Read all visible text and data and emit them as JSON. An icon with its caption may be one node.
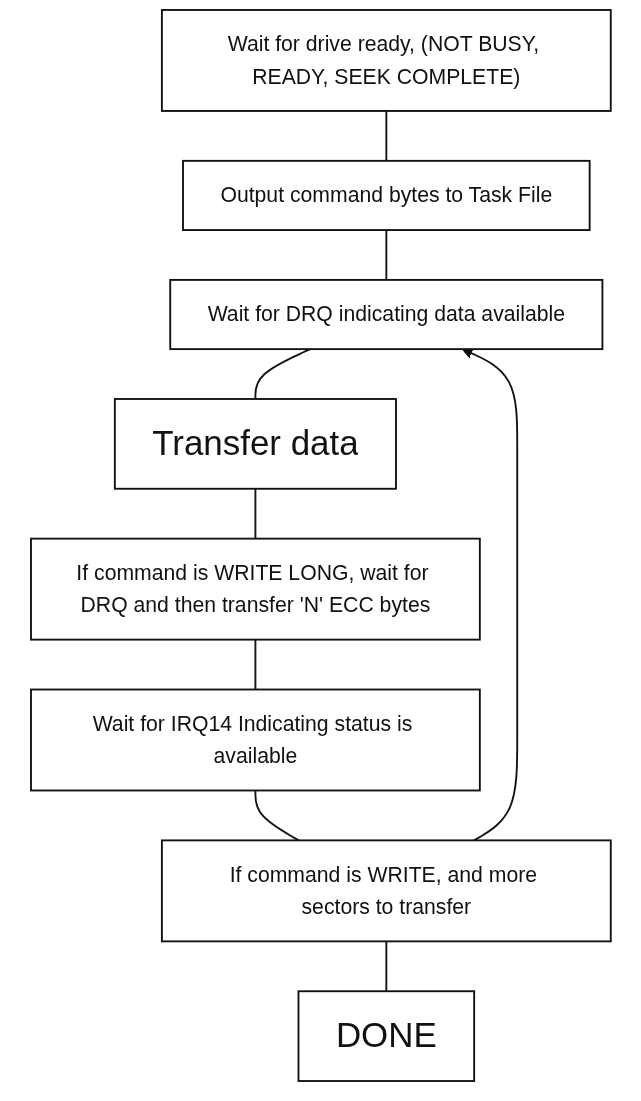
{
  "diagram": {
    "nodes": [
      {
        "text": [
          "Wait for drive ready, (NOT BUSY, READY, SEEK COMPLETE)"
        ]
      },
      {
        "text": [
          "Output command bytes to Task File"
        ]
      },
      {
        "text": [
          "Wait for DRQ indicating data available"
        ]
      },
      {
        "text": [
          "Transfer data"
        ]
      },
      {
        "text": [
          "If command is WRITE LONG, wait for DRQ and then transfer 'N' ECC bytes"
        ]
      },
      {
        "text": [
          "Wait for IRQ14 Indicating status is available"
        ]
      },
      {
        "text": [
          "If command is WRITE, and more sectors to transfer"
        ]
      },
      {
        "text": [
          "DONE"
        ]
      }
    ],
    "edges": [
      {
        "from": 0,
        "to": 1,
        "arrow": "none"
      },
      {
        "from": 1,
        "to": 2,
        "arrow": "none"
      },
      {
        "from": 2,
        "to": 3,
        "arrow": "none"
      },
      {
        "from": 3,
        "to": 4,
        "arrow": "none"
      },
      {
        "from": 4,
        "to": 5,
        "arrow": "none"
      },
      {
        "from": 5,
        "to": 6,
        "arrow": "none"
      },
      {
        "from": 6,
        "to": 7,
        "arrow": "none"
      },
      {
        "from": 6,
        "to": 2,
        "arrow": "to"
      }
    ]
  }
}
